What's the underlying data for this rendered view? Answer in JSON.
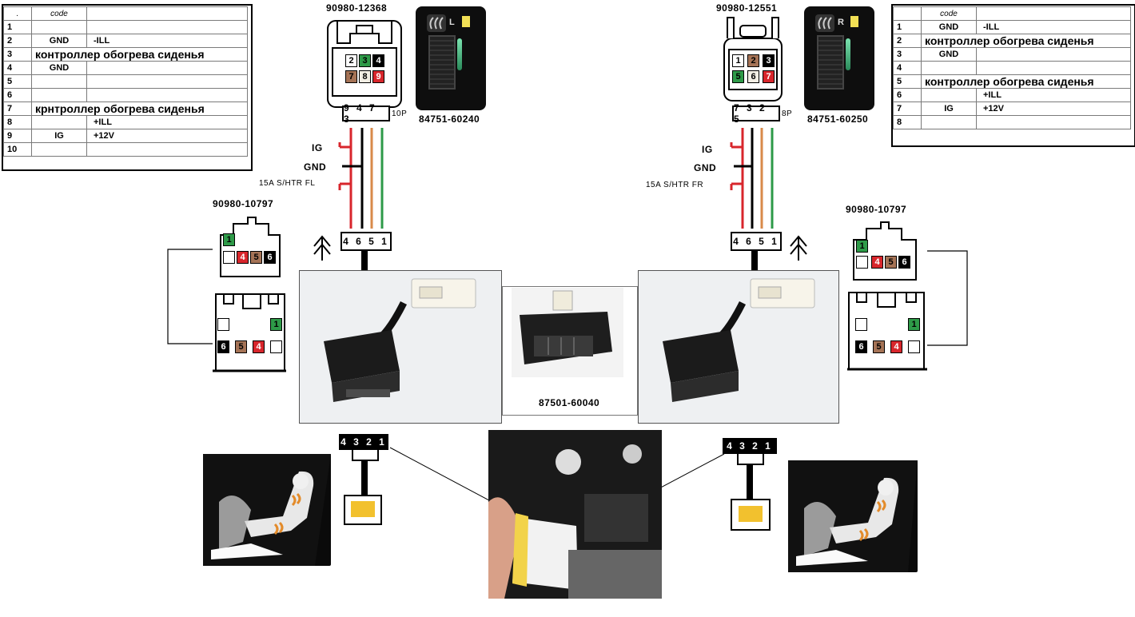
{
  "left_table": {
    "header": [
      ".",
      "code",
      ""
    ],
    "rows": [
      {
        "n": "1",
        "a": "",
        "b": ""
      },
      {
        "n": "2",
        "a": "GND",
        "b": "-ILL"
      },
      {
        "n": "3",
        "span": "контроллер обогрева сиденья"
      },
      {
        "n": "4",
        "a": "GND",
        "b": ""
      },
      {
        "n": "5",
        "a": "",
        "b": ""
      },
      {
        "n": "6",
        "a": "",
        "b": ""
      },
      {
        "n": "7",
        "span": "крнтроллер обогрева сиденья"
      },
      {
        "n": "8",
        "a": "",
        "b": "+ILL"
      },
      {
        "n": "9",
        "a": "IG",
        "b": "+12V"
      },
      {
        "n": "10",
        "a": "",
        "b": ""
      }
    ]
  },
  "right_table": {
    "header": [
      "",
      "code",
      ""
    ],
    "rows": [
      {
        "n": "1",
        "a": "GND",
        "b": "-ILL"
      },
      {
        "n": "2",
        "span": "контроллер обогрева сиденья"
      },
      {
        "n": "3",
        "a": "GND",
        "b": ""
      },
      {
        "n": "4",
        "a": "",
        "b": ""
      },
      {
        "n": "5",
        "span": "контроллер обогрева сиденья"
      },
      {
        "n": "6",
        "a": "",
        "b": "+ILL"
      },
      {
        "n": "7",
        "a": "IG",
        "b": "+12V"
      },
      {
        "n": "8",
        "a": "",
        "b": ""
      }
    ]
  },
  "left_switch": {
    "connector_code": "90980-12368",
    "part_no": "84751-60240",
    "letter": "L",
    "pins_top": [
      "2",
      "3",
      "4"
    ],
    "pins_bottom": [
      "7",
      "8",
      "9"
    ],
    "strip": "9 4 7 3",
    "pin_count": "10P",
    "wire_labels": [
      "IG",
      "GND",
      "15A S/HTR FL"
    ]
  },
  "right_switch": {
    "connector_code": "90980-12551",
    "part_no": "84751-60250",
    "letter": "R",
    "pins_top": [
      "1",
      "2",
      "3"
    ],
    "pins_bottom": [
      "5",
      "6",
      "7"
    ],
    "strip": "7 3 2 5",
    "pin_count": "8P",
    "wire_labels": [
      "IG",
      "GND",
      "15A S/HTR FR"
    ]
  },
  "left_connector": {
    "code": "90980-10797",
    "strip": "4 6 5 1",
    "top_pins": [
      "1",
      "4",
      "5",
      "6"
    ],
    "bottom_pins": [
      "1",
      "6",
      "5",
      "4"
    ]
  },
  "right_connector": {
    "code": "90980-10797",
    "strip": "4 6 5 1",
    "top_pins": [
      "1",
      "4",
      "5",
      "6"
    ],
    "bottom_pins": [
      "1",
      "6",
      "5",
      "4"
    ]
  },
  "module_part_no": "87501-60040",
  "heater_strips": [
    "4 3 2 1",
    "4 3 2 1"
  ],
  "colors": {
    "green": "#2e9a48",
    "brown": "#a57356",
    "red": "#d8262c",
    "black": "#000000",
    "orange_wire": "#d88a4a",
    "yellow": "#f2c12e"
  }
}
